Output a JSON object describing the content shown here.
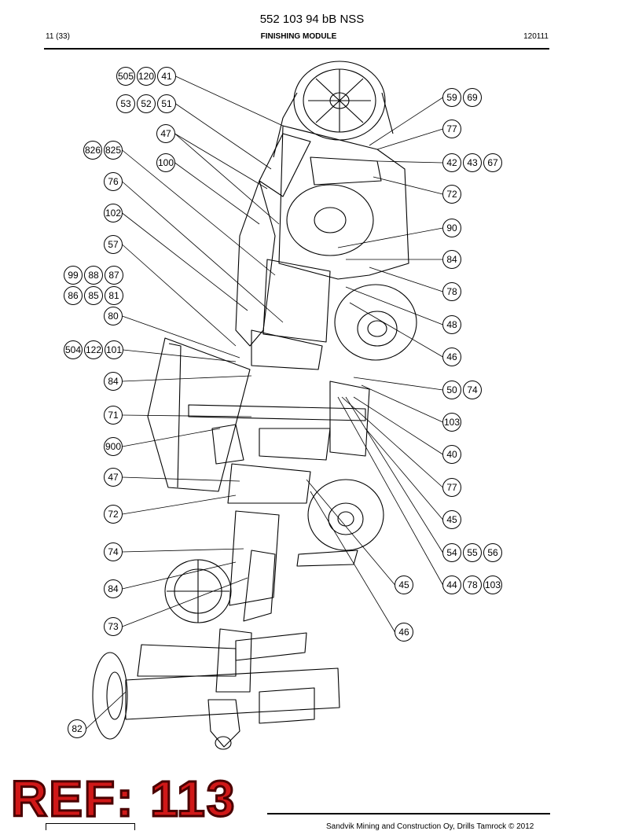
{
  "header": {
    "doc_code": "552 103 94 bB NSS",
    "page": "11 (33)",
    "title": "FINISHING MODULE",
    "date": "120111"
  },
  "callouts": [
    {
      "labels": [
        "505",
        "120",
        "41"
      ]
    },
    {
      "labels": [
        "53",
        "52",
        "51"
      ]
    },
    {
      "labels": [
        "47"
      ]
    },
    {
      "labels": [
        "826",
        "825"
      ]
    },
    {
      "labels": [
        "100"
      ]
    },
    {
      "labels": [
        "76"
      ]
    },
    {
      "labels": [
        "102"
      ]
    },
    {
      "labels": [
        "57"
      ]
    },
    {
      "labels": [
        "99",
        "88",
        "87"
      ]
    },
    {
      "labels": [
        "86",
        "85",
        "81"
      ]
    },
    {
      "labels": [
        "80"
      ]
    },
    {
      "labels": [
        "504",
        "122",
        "101"
      ]
    },
    {
      "labels": [
        "84"
      ]
    },
    {
      "labels": [
        "71"
      ]
    },
    {
      "labels": [
        "900"
      ]
    },
    {
      "labels": [
        "47"
      ]
    },
    {
      "labels": [
        "72"
      ]
    },
    {
      "labels": [
        "74"
      ]
    },
    {
      "labels": [
        "84"
      ]
    },
    {
      "labels": [
        "73"
      ]
    },
    {
      "labels": [
        "82"
      ]
    },
    {
      "labels": [
        "59",
        "69"
      ]
    },
    {
      "labels": [
        "77"
      ]
    },
    {
      "labels": [
        "42",
        "43",
        "67"
      ]
    },
    {
      "labels": [
        "72"
      ]
    },
    {
      "labels": [
        "90"
      ]
    },
    {
      "labels": [
        "84"
      ]
    },
    {
      "labels": [
        "78"
      ]
    },
    {
      "labels": [
        "48"
      ]
    },
    {
      "labels": [
        "46"
      ]
    },
    {
      "labels": [
        "50",
        "74"
      ]
    },
    {
      "labels": [
        "103"
      ]
    },
    {
      "labels": [
        "40"
      ]
    },
    {
      "labels": [
        "77"
      ]
    },
    {
      "labels": [
        "45"
      ]
    },
    {
      "labels": [
        "54",
        "55",
        "56"
      ]
    },
    {
      "labels": [
        "45"
      ]
    },
    {
      "labels": [
        "44",
        "78",
        "103"
      ]
    },
    {
      "labels": [
        "46"
      ]
    }
  ],
  "watermark": "REF: 113",
  "footer": "Sandvik Mining and Construction Oy, Drills Tamrock © 2012"
}
